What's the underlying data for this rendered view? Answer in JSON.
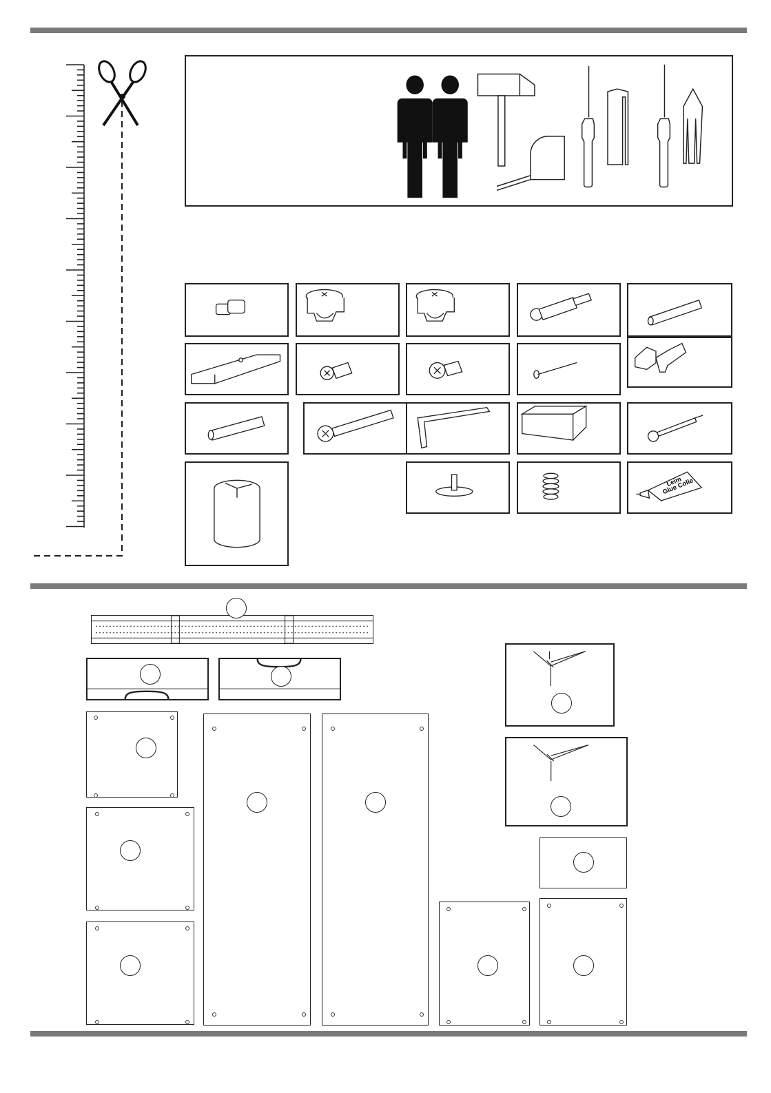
{
  "tools_panel": {
    "people": 2,
    "tools": [
      "hammer-icon",
      "tape-measure-icon",
      "flathead-screwdriver-icon",
      "phillips-screwdriver-icon"
    ]
  },
  "glue_tube": {
    "label_line1": "Leim",
    "label_line2": "Glue Colle"
  },
  "hardware_icons": [
    "dowel-cap-icon",
    "cam-lock-icon",
    "cam-lock-icon",
    "connector-bolt-icon",
    "wood-dowel-icon",
    "drawer-rail-icon",
    "short-screw-icon",
    "short-screw-icon",
    "nail-icon",
    "corner-bracket-icon",
    "threaded-insert-icon",
    "long-screw-icon",
    "hex-key-icon",
    "handle-box-icon",
    "wood-screw-icon",
    "cylinder-leg-icon",
    "glide-foot-icon",
    "coil-insert-icon",
    "glue-tube-icon"
  ],
  "colors": {
    "rule": "#7a7a7a",
    "ink": "#222222"
  }
}
